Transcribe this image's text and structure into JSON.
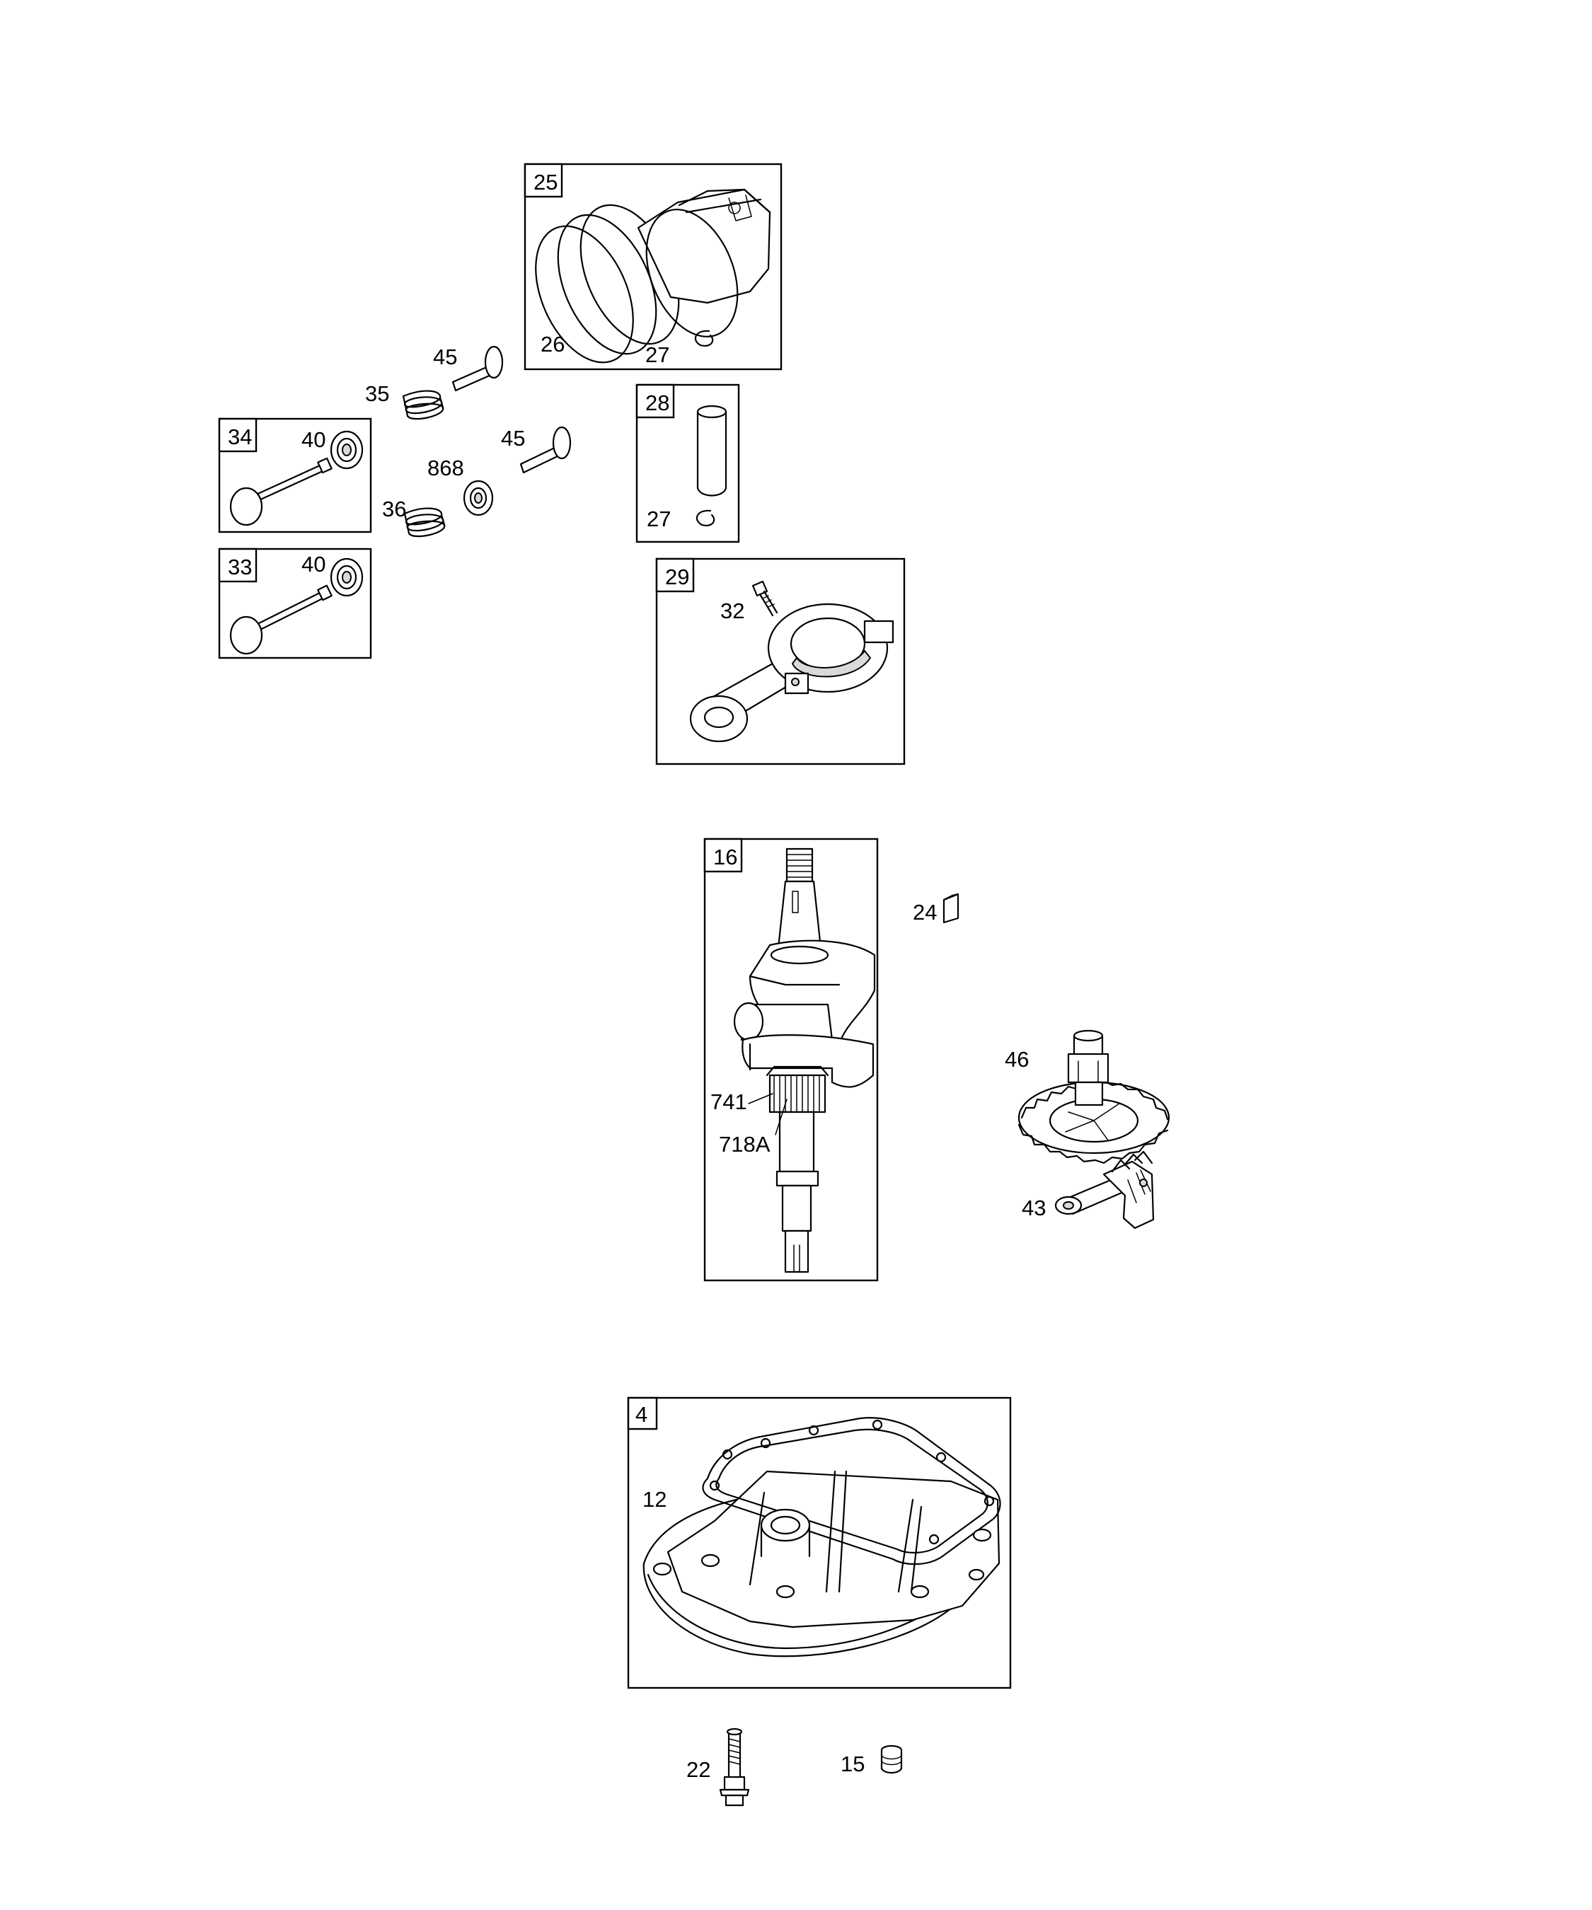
{
  "labels": {
    "p25": "25",
    "p26": "26",
    "p27a": "27",
    "p45a": "45",
    "p35": "35",
    "p34": "34",
    "p40a": "40",
    "p868": "868",
    "p45b": "45",
    "p36": "36",
    "p28": "28",
    "p27b": "27",
    "p33": "33",
    "p40b": "40",
    "p29": "29",
    "p32": "32",
    "p16": "16",
    "p24": "24",
    "p46": "46",
    "p741": "741",
    "p718a": "718A",
    "p43": "43",
    "p4": "4",
    "p12": "12",
    "p22": "22",
    "p15": "15"
  }
}
